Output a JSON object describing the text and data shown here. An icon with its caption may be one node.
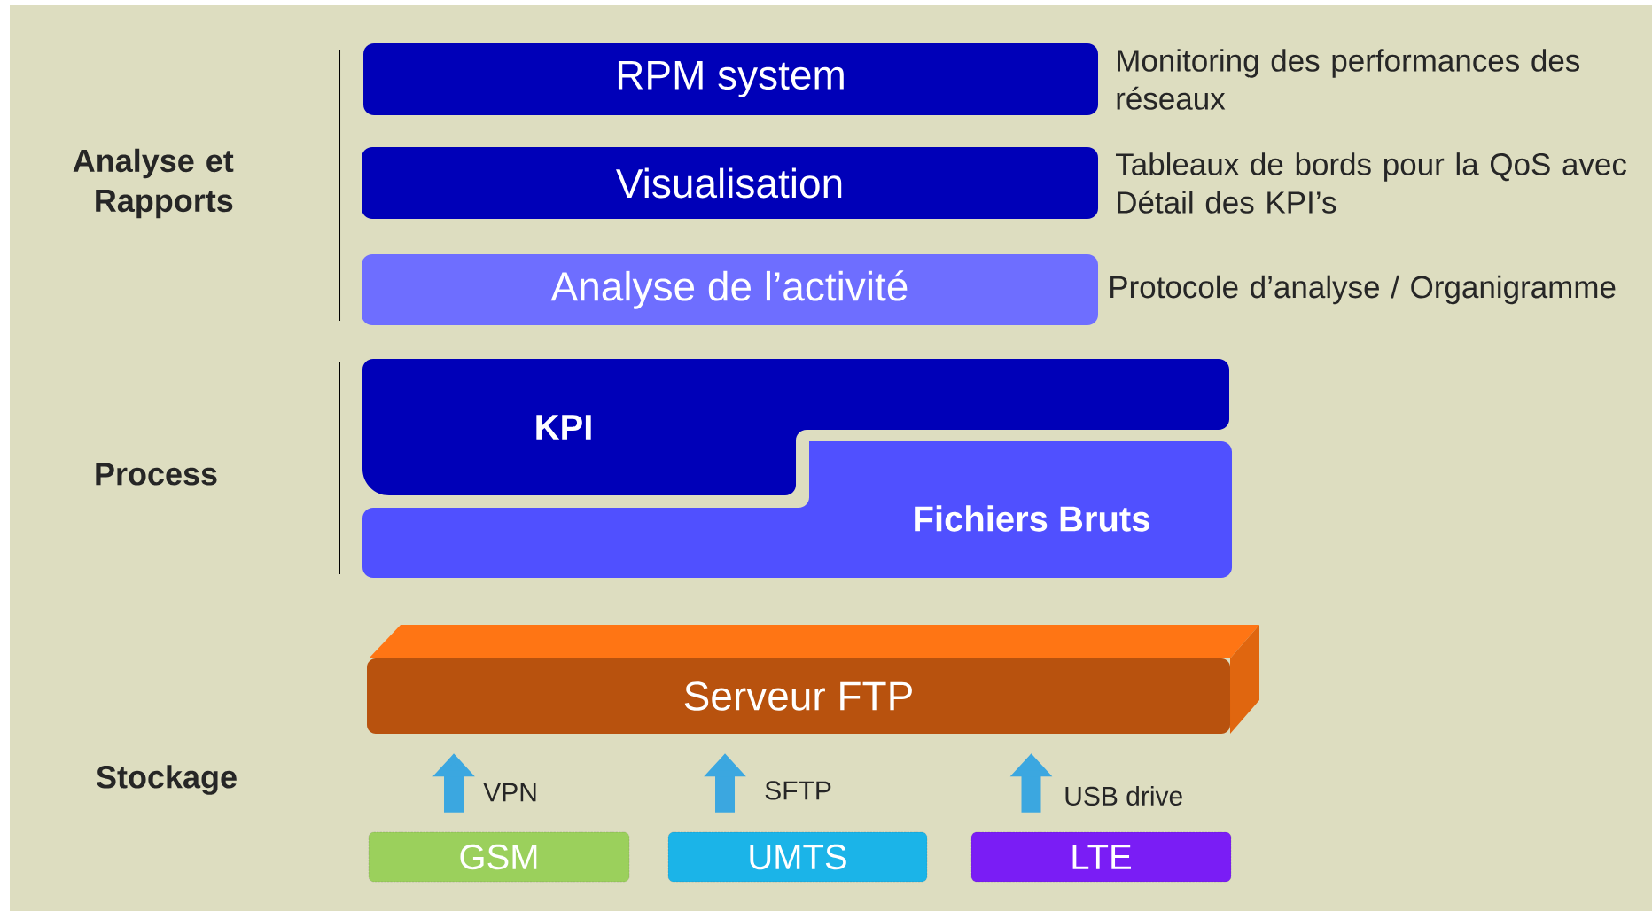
{
  "diagram": {
    "nodes": [
      {
        "text": [
          "RPM system"
        ],
        "beside": [
          "Monitoring des performances des réseaux"
        ]
      },
      {
        "text": [
          "Visualisation"
        ],
        "beside": [
          "Tableaux de bords pour la QoS avec Détail des KPI’s"
        ]
      },
      {
        "text": [
          "Analyse de l’activité"
        ],
        "beside": [
          "Protocole d’analyse / Organigramme"
        ]
      },
      {
        "text": [
          "KPI"
        ]
      },
      {
        "text": [
          "Fichiers Bruts"
        ]
      },
      {
        "text": [
          "Serveur FTP"
        ]
      },
      {
        "text": [
          "GSM"
        ]
      },
      {
        "text": [
          "UMTS"
        ]
      },
      {
        "text": [
          "LTE"
        ]
      }
    ],
    "edges": [
      {
        "from": 6,
        "to": 5,
        "arrow": "to",
        "label": "VPN"
      },
      {
        "from": 7,
        "to": 5,
        "arrow": "to",
        "label": "SFTP"
      },
      {
        "from": 8,
        "to": 5,
        "arrow": "to",
        "label": "USB drive"
      }
    ],
    "labels": [
      "Analyse et Rapports",
      "Process",
      "Stockage"
    ]
  }
}
